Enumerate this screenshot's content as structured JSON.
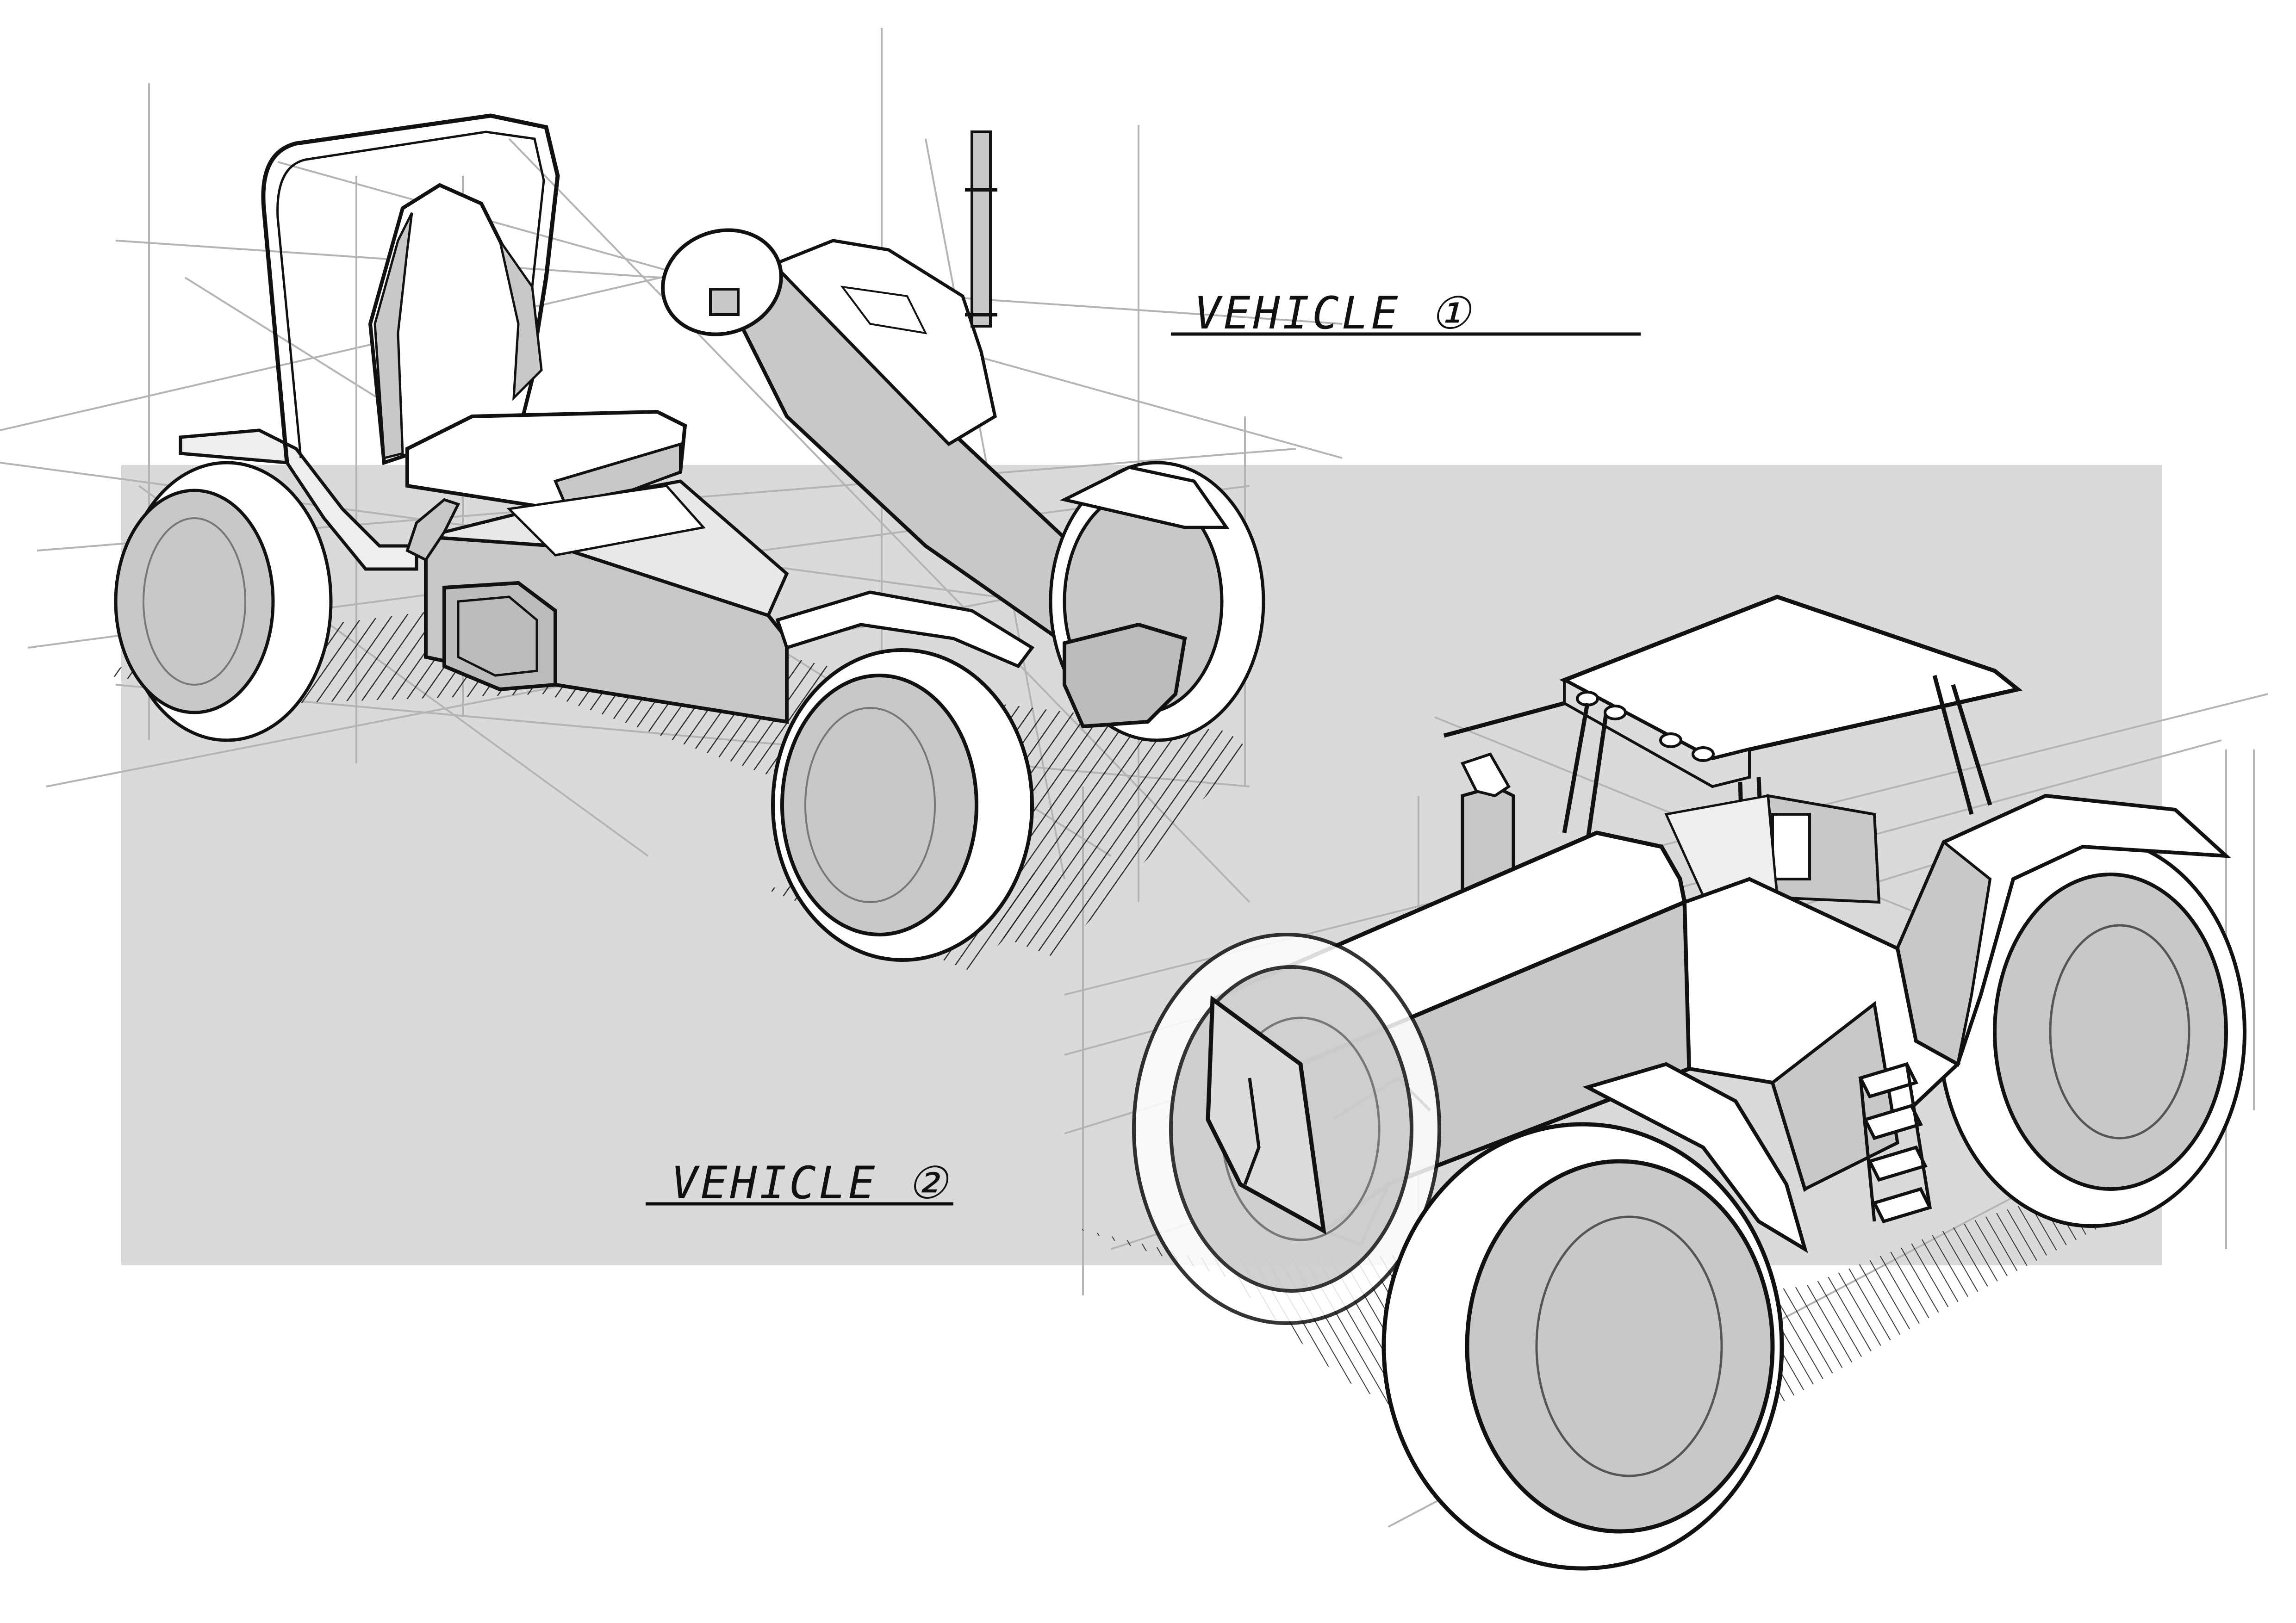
{
  "sheet": {
    "background_color": "#ffffff",
    "panel_color": "#dadada",
    "ink_color": "#111111",
    "construction_color": "#b4b4b4",
    "shade_color": "#c8c8c8",
    "hatch_color": "#1a1a1a"
  },
  "labels": {
    "top": "VEHICLE ①",
    "bottom": "VEHICLE ②"
  },
  "drawings": {
    "kart": "pedal-go-kart-sketch",
    "tractor": "tractor-sketch"
  }
}
